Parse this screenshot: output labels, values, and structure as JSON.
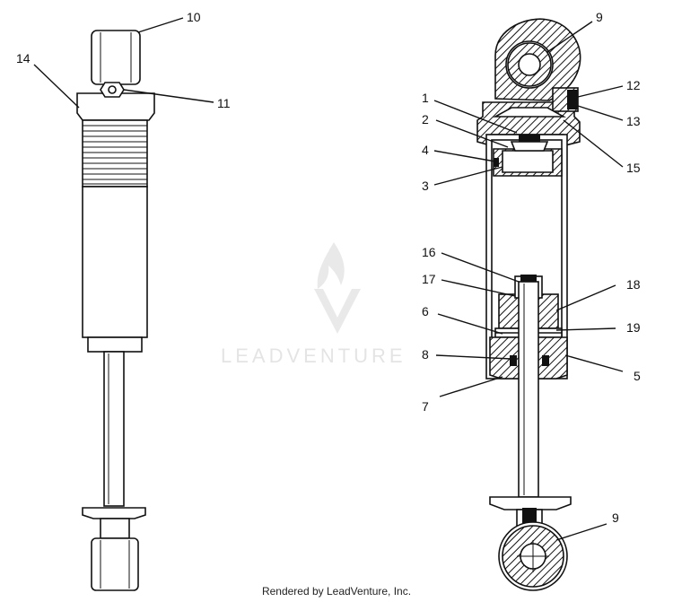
{
  "watermark": {
    "text": "LEADVENTURE"
  },
  "footer": {
    "text": "Rendered by LeadVenture, Inc."
  },
  "callouts": {
    "c1": "1",
    "c2": "2",
    "c3": "3",
    "c4": "4",
    "c5": "5",
    "c6": "6",
    "c7": "7",
    "c8": "8",
    "c9a": "9",
    "c9b": "9",
    "c10": "10",
    "c11": "11",
    "c12": "12",
    "c13": "13",
    "c14": "14",
    "c15": "15",
    "c16": "16",
    "c17": "17",
    "c18": "18",
    "c19": "19"
  }
}
